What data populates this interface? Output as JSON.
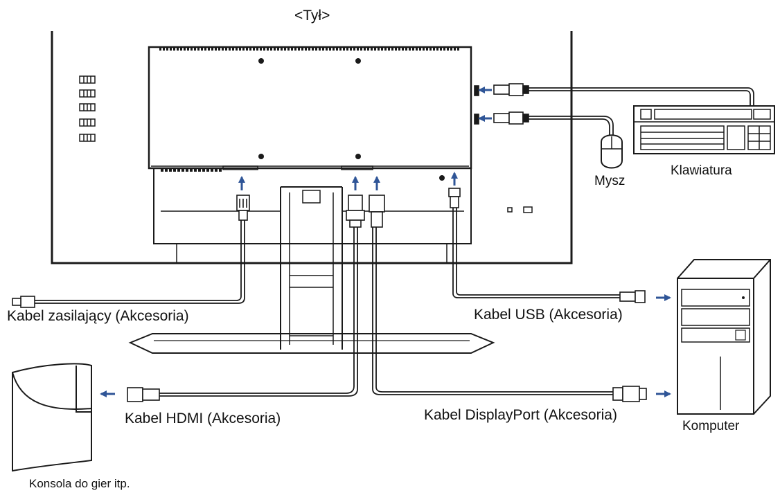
{
  "diagram": {
    "view_title": "<Tył>",
    "labels": {
      "mouse": "Mysz",
      "keyboard": "Klawiatura",
      "power_cable": "Kabel zasilający (Akcesoria)",
      "usb_cable": "Kabel USB (Akcesoria)",
      "hdmi_cable": "Kabel HDMI (Akcesoria)",
      "displayport_cable": "Kabel DisplayPort (Akcesoria)",
      "computer": "Komputer",
      "game_console": "Konsola do gier itp."
    },
    "colors": {
      "line": "#1a1a1a",
      "arrow": "#2f5597",
      "panel_fill": "#f4f4f4",
      "background": "#ffffff"
    }
  }
}
